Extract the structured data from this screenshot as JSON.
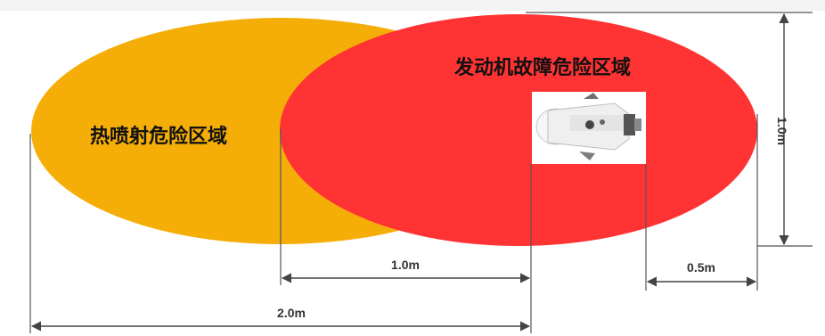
{
  "zones": {
    "thermal_jet": {
      "label": "热喷射危险区域",
      "color": "#F5AE08"
    },
    "engine_failure": {
      "label": "发动机故障危险区域",
      "color": "#FF3333"
    }
  },
  "dimensions": {
    "height": "1.0m",
    "rear_offset": "0.5m",
    "mid_length": "1.0m",
    "total_length": "2.0m"
  }
}
